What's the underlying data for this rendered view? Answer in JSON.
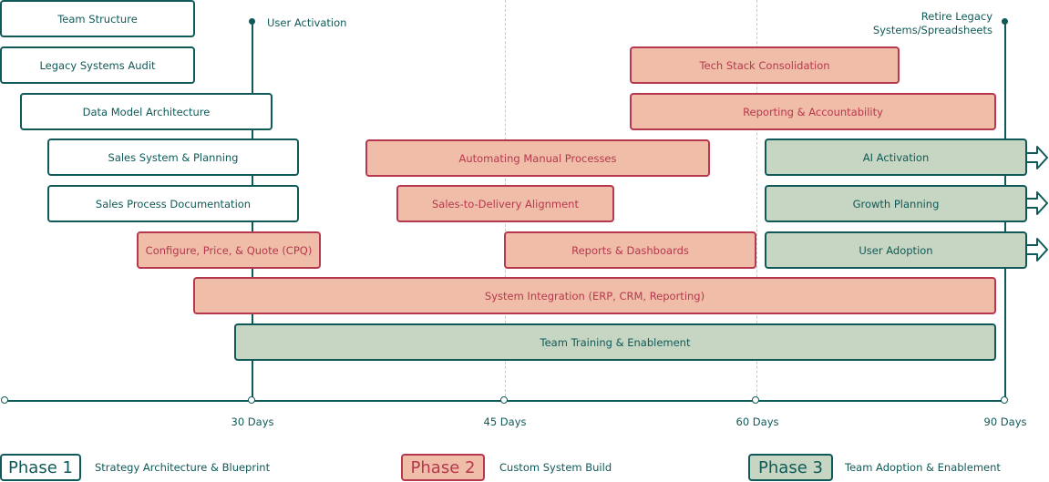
{
  "colors": {
    "teal": "#0f5a58",
    "phase2_fill": "#f0bda8",
    "phase2_stroke": "#b6384e",
    "phase3_fill": "#c6d6c3",
    "phase1_fill": "#ffffff"
  },
  "milestones": {
    "user_activation": "User Activation",
    "retire_legacy": [
      "Retire Legacy",
      "Systems/Spreadsheets"
    ]
  },
  "ticks": [
    "30 Days",
    "45 Days",
    "60 Days",
    "90 Days"
  ],
  "tasks": [
    {
      "label": "Team Structure",
      "phase": 1
    },
    {
      "label": "Legacy Systems Audit",
      "phase": 1
    },
    {
      "label": "Data Model Architecture",
      "phase": 1
    },
    {
      "label": "Sales System & Planning",
      "phase": 1
    },
    {
      "label": "Sales Process Documentation",
      "phase": 1
    },
    {
      "label": "Configure, Price, & Quote (CPQ)",
      "phase": 2
    },
    {
      "label": "Tech Stack Consolidation",
      "phase": 2
    },
    {
      "label": "Reporting & Accountability",
      "phase": 2
    },
    {
      "label": "Automating Manual Processes",
      "phase": 2
    },
    {
      "label": "Sales-to-Delivery Alignment",
      "phase": 2
    },
    {
      "label": "Reports & Dashboards",
      "phase": 2
    },
    {
      "label": "System Integration (ERP, CRM, Reporting)",
      "phase": 2
    },
    {
      "label": "AI Activation",
      "phase": 3
    },
    {
      "label": "Growth Planning",
      "phase": 3
    },
    {
      "label": "User Adoption",
      "phase": 3
    },
    {
      "label": "Team Training & Enablement",
      "phase": 3
    }
  ],
  "legend": [
    {
      "label": "Phase 1",
      "desc": "Strategy Architecture & Blueprint"
    },
    {
      "label": "Phase 2",
      "desc": "Custom System Build"
    },
    {
      "label": "Phase 3",
      "desc": "Team Adoption & Enablement"
    }
  ]
}
